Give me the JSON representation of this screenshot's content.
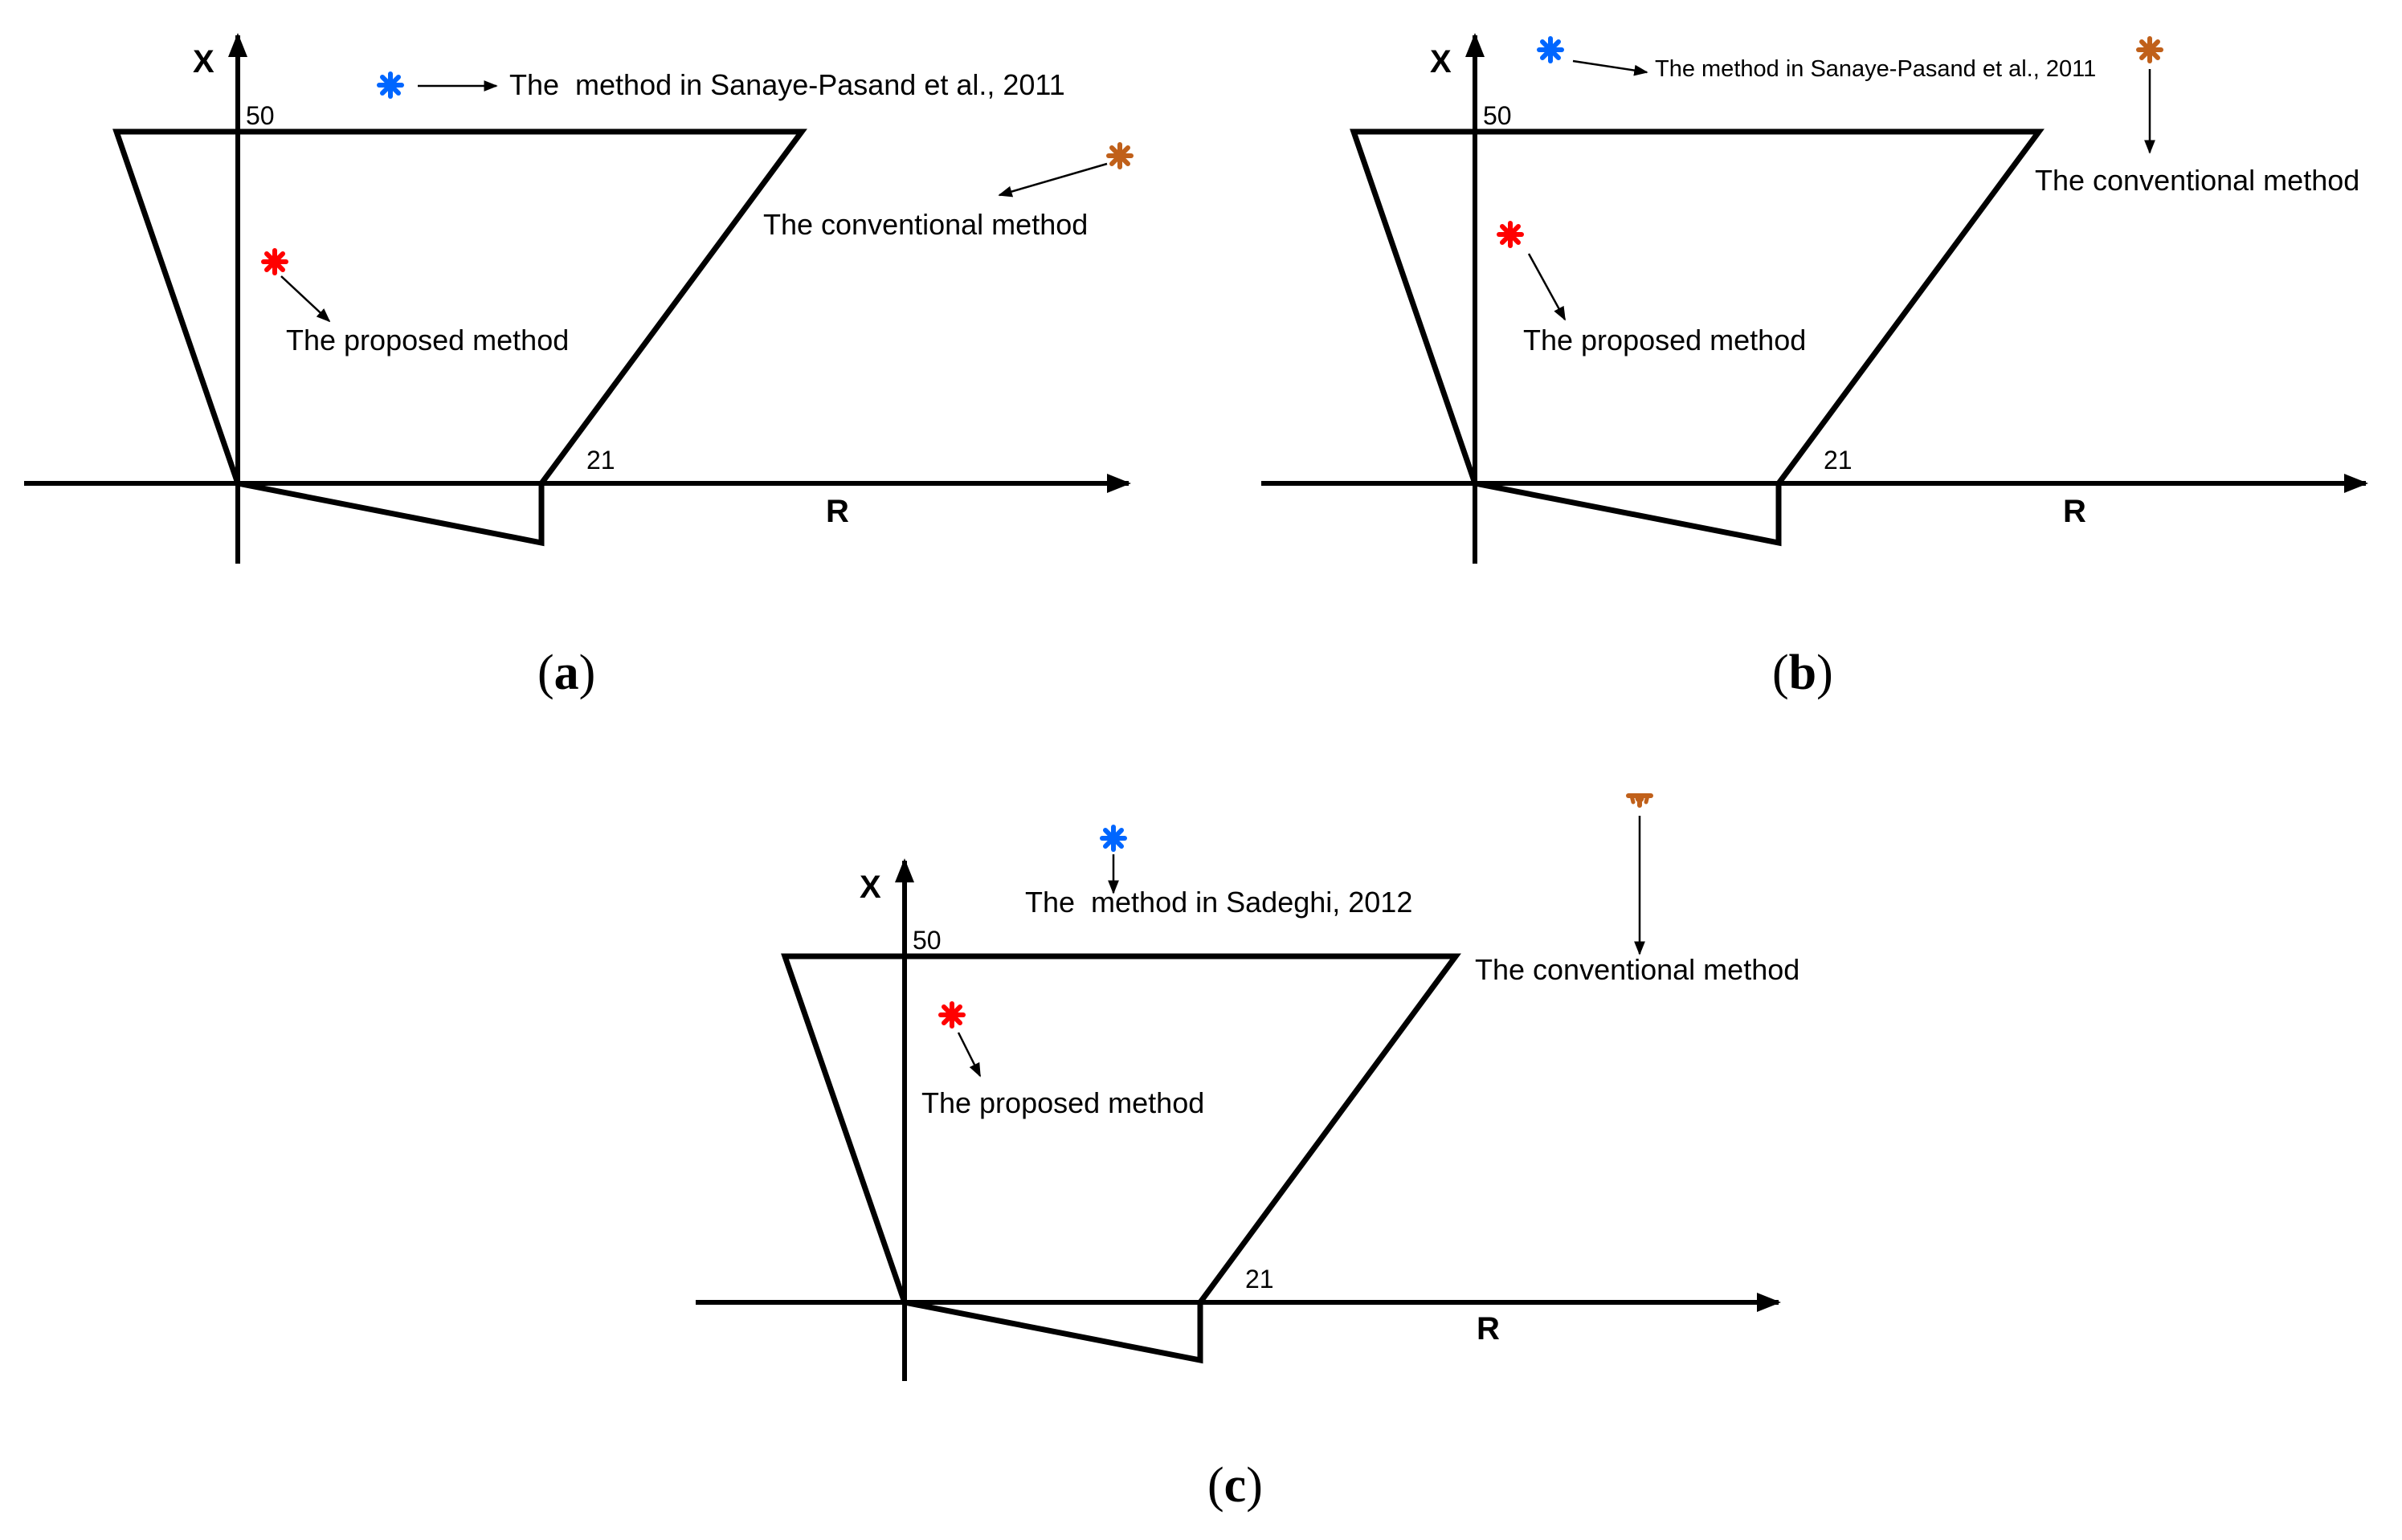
{
  "colors": {
    "proposed": "#ff0000",
    "reference": "#0066ff",
    "conventional": "#c0601a"
  },
  "panels": [
    {
      "id": "a",
      "caption_letter": "a",
      "y_axis_label": "X",
      "x_axis_label": "R",
      "x_tick": "21",
      "y_tick": "50",
      "markers": {
        "proposed": {
          "icon": "asterisk-marker-icon",
          "label": "The proposed method"
        },
        "reference": {
          "icon": "asterisk-marker-icon",
          "label": "The  method in Sanaye-Pasand et al., 2011"
        },
        "conventional": {
          "icon": "asterisk-marker-icon",
          "label": "The conventional method"
        }
      }
    },
    {
      "id": "b",
      "caption_letter": "b",
      "y_axis_label": "X",
      "x_axis_label": "R",
      "x_tick": "21",
      "y_tick": "50",
      "markers": {
        "proposed": {
          "icon": "asterisk-marker-icon",
          "label": "The proposed method"
        },
        "reference": {
          "icon": "asterisk-marker-icon",
          "label": "The method in Sanaye-Pasand et al., 2011"
        },
        "conventional": {
          "icon": "asterisk-marker-icon",
          "label": "The conventional method"
        }
      }
    },
    {
      "id": "c",
      "caption_letter": "c",
      "y_axis_label": "X",
      "x_axis_label": "R",
      "x_tick": "21",
      "y_tick": "50",
      "markers": {
        "proposed": {
          "icon": "asterisk-marker-icon",
          "label": "The proposed method"
        },
        "reference": {
          "icon": "asterisk-marker-icon",
          "label": "The  method in Sadeghi, 2012"
        },
        "conventional": {
          "icon": "half-asterisk-marker-icon",
          "label": "The conventional method"
        }
      }
    }
  ]
}
